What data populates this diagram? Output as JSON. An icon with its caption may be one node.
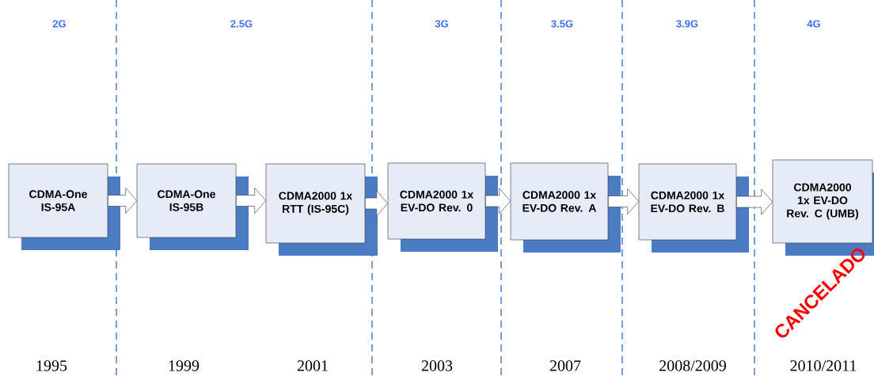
{
  "diagram": {
    "nodes": [
      {
        "text": [
          "CDMA-One IS-95A"
        ]
      },
      {
        "text": [
          "CDMA-One IS-95B"
        ]
      },
      {
        "text": [
          "CDMA2000 1x RTT (IS-95C)"
        ]
      },
      {
        "text": [
          "CDMA2000 1x EV-DO Rev. 0"
        ]
      },
      {
        "text": [
          "CDMA2000 1x EV-DO Rev. A"
        ]
      },
      {
        "text": [
          "CDMA2000 1x EV-DO Rev. B"
        ]
      },
      {
        "text": [
          "CDMA2000 1x EV-DO Rev. C (UMB)"
        ]
      }
    ],
    "edges": [
      {
        "from": 0,
        "to": 1,
        "arrow": "to"
      },
      {
        "from": 1,
        "to": 2,
        "arrow": "to"
      },
      {
        "from": 2,
        "to": 3,
        "arrow": "to"
      },
      {
        "from": 3,
        "to": 4,
        "arrow": "to"
      },
      {
        "from": 4,
        "to": 5,
        "arrow": "to"
      },
      {
        "from": 5,
        "to": 6,
        "arrow": "to"
      }
    ],
    "labels": [
      "2G",
      "2.5G",
      "3G",
      "3.5G",
      "3.9G",
      "4G",
      "1995",
      "1999",
      "2001",
      "2003",
      "2007",
      "2008/2009",
      "2010/2011",
      "CANCELADO"
    ]
  }
}
